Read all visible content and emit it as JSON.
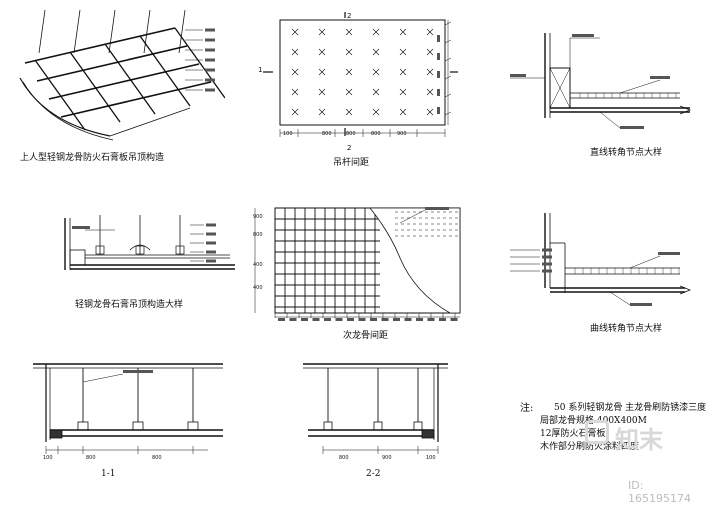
{
  "drawings": {
    "iso": {
      "caption": "上人型轻钢龙骨防火石膏板吊顶构造"
    },
    "plan": {
      "caption": "吊杆间距",
      "section_top": "2",
      "section_left": "1",
      "section_bottom": "2",
      "dims": [
        "100",
        "800",
        "800",
        "800",
        "900"
      ]
    },
    "edge_a": {
      "caption": "直线转角节点大样"
    },
    "detail": {
      "caption": "轻钢龙骨石膏吊顶构造大样"
    },
    "grid": {
      "caption": "次龙骨间距",
      "label_left": "900",
      "dims_left": [
        "800",
        "400",
        "400"
      ]
    },
    "edge_b": {
      "caption": "曲线转角节点大样"
    },
    "sec1": {
      "caption": "1-1",
      "dims": [
        "100",
        "800",
        "800"
      ]
    },
    "sec2": {
      "caption": "2-2",
      "dims": [
        "800",
        "900",
        "100"
      ]
    }
  },
  "notes": {
    "title": "注:",
    "lines": [
      "50 系列轻钢龙骨   主龙骨刷防锈漆三度",
      "局部龙骨规格          400X400M",
      "12厚防火石膏板",
      "木作部分刷防火涂料四度"
    ]
  },
  "watermark": {
    "brand": "知末",
    "id": "ID: 165195174"
  }
}
